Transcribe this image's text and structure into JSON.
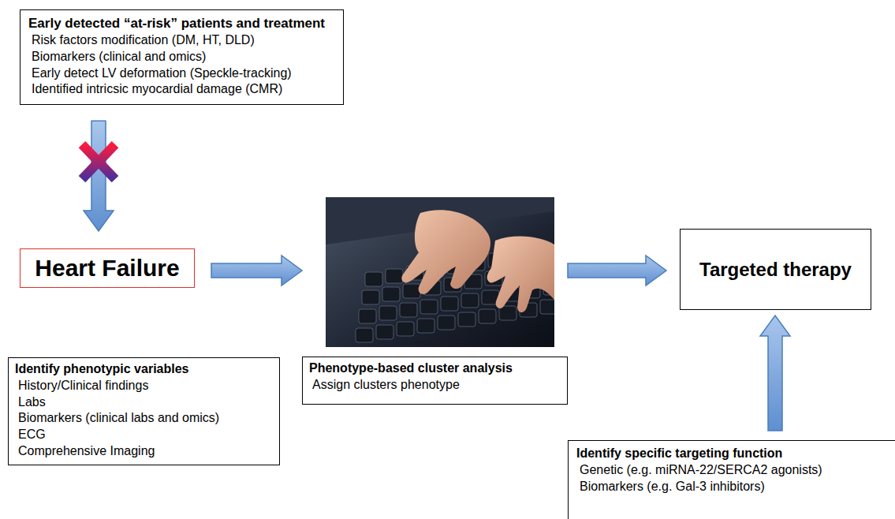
{
  "diagram": {
    "nodes": [
      {
        "text": [
          "Early detected “at-risk” patients and treatment",
          "Risk factors modification (DM, HT, DLD)",
          "Biomarkers (clinical and omics)",
          "Early detect LV deformation (Speckle-tracking)",
          "Identified intricsic myocardial damage (CMR)"
        ]
      },
      {
        "text": [
          "Heart Failure"
        ]
      },
      {
        "text": [
          "Targeted therapy"
        ]
      },
      {
        "text": [
          "Identify phenotypic variables",
          "History/Clinical findings",
          "Labs",
          "Biomarkers (clinical labs and omics)",
          "ECG",
          "Comprehensive Imaging"
        ]
      },
      {
        "text": [
          "Phenotype-based cluster analysis",
          "Assign clusters phenotype"
        ]
      },
      {
        "text": [
          "Identify specific targeting function",
          "Genetic (e.g. miRNA-22/SERCA2 agonists)",
          "Biomarkers (e.g. Gal-3 inhibitors)"
        ]
      }
    ],
    "edges": [
      {
        "from": 0,
        "to": 1,
        "arrow": "to"
      },
      {
        "from": 1,
        "to": 4,
        "arrow": "to"
      },
      {
        "from": 4,
        "to": 2,
        "arrow": "to"
      },
      {
        "from": 5,
        "to": 2,
        "arrow": "to"
      }
    ]
  }
}
